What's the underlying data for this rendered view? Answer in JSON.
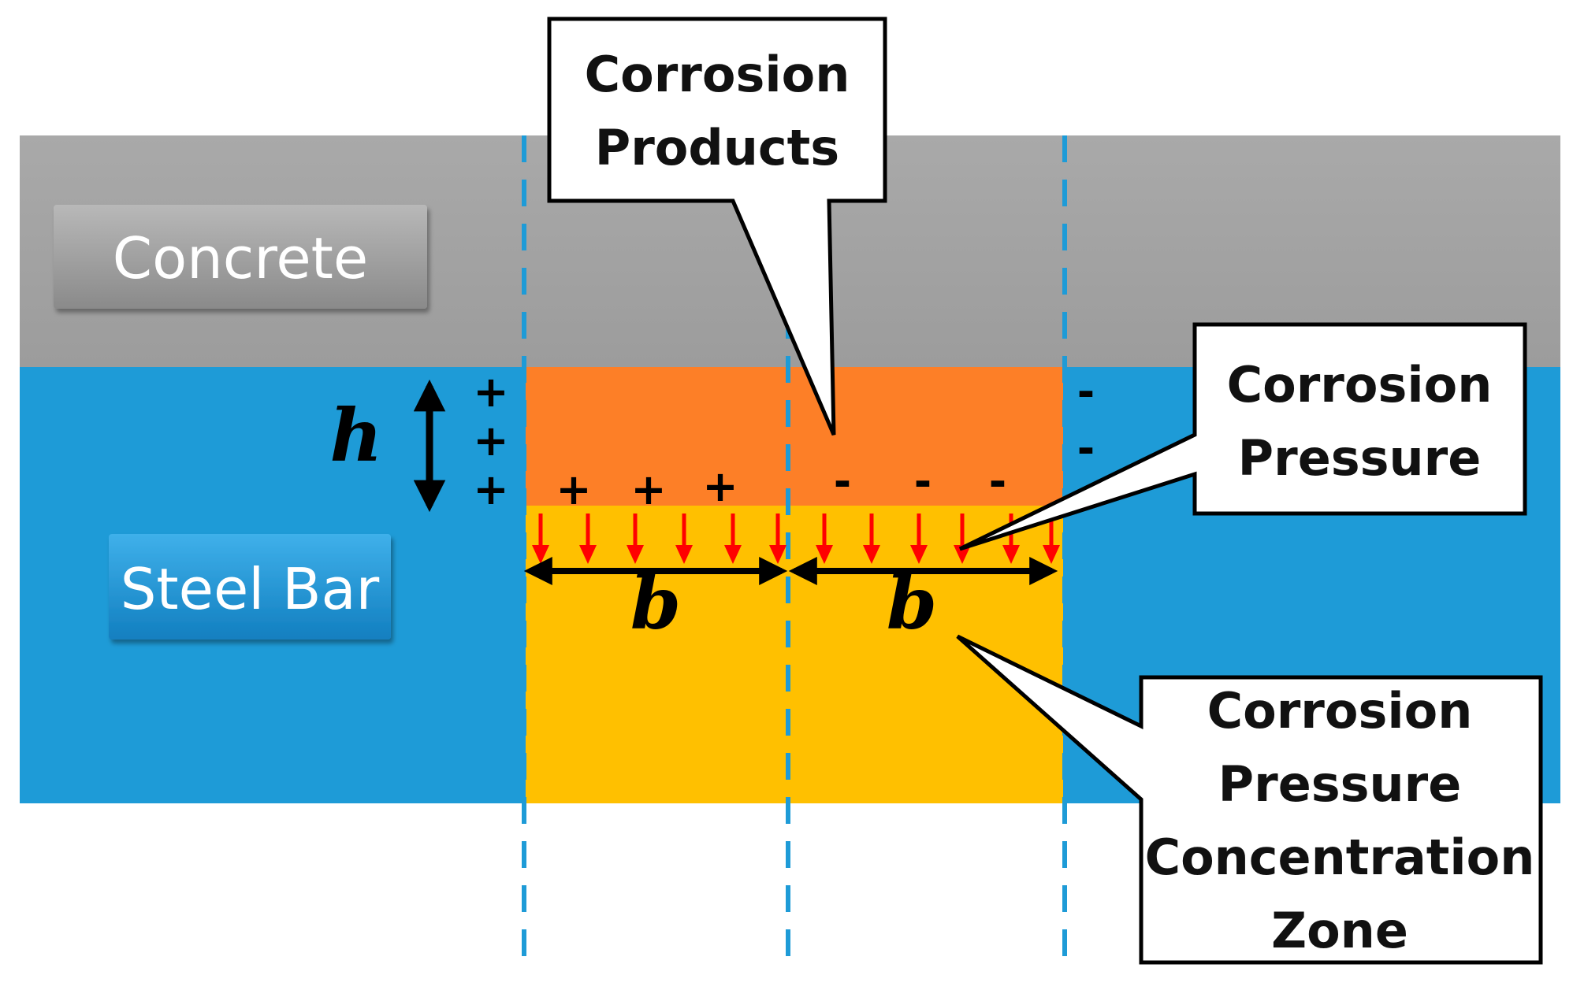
{
  "labels": {
    "concrete": "Concrete",
    "steel_bar": "Steel Bar",
    "h": "h",
    "b_left": "b",
    "b_right": "b"
  },
  "callouts": {
    "corrosion_products": [
      "Corrosion",
      "Products"
    ],
    "corrosion_pressure": [
      "Corrosion",
      "Pressure"
    ],
    "concentration_zone": [
      "Corrosion",
      "Pressure",
      "Concentration",
      "Zone"
    ]
  },
  "signs": {
    "plus": "+",
    "minus": "-"
  },
  "colors": {
    "concrete": "#a6a6a6",
    "steel": "#1e9bd7",
    "corrosion_products": "#fd7f27",
    "concentration_zone": "#ffc000",
    "pressure_arrow": "#ff0000",
    "guide_line": "#1e9bd7"
  }
}
